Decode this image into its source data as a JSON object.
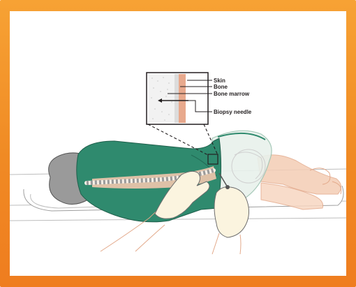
{
  "colors": {
    "frame": "#f08a24",
    "gown": "#2f8a6e",
    "skin": "#f2c7ad",
    "bone_band": "#e8a98d",
    "outline": "#3a3a3a"
  },
  "inset_labels": {
    "skin": "Skin",
    "bone": "Bone",
    "bone_marrow": "Bone marrow",
    "biopsy_needle": "Biopsy needle"
  }
}
